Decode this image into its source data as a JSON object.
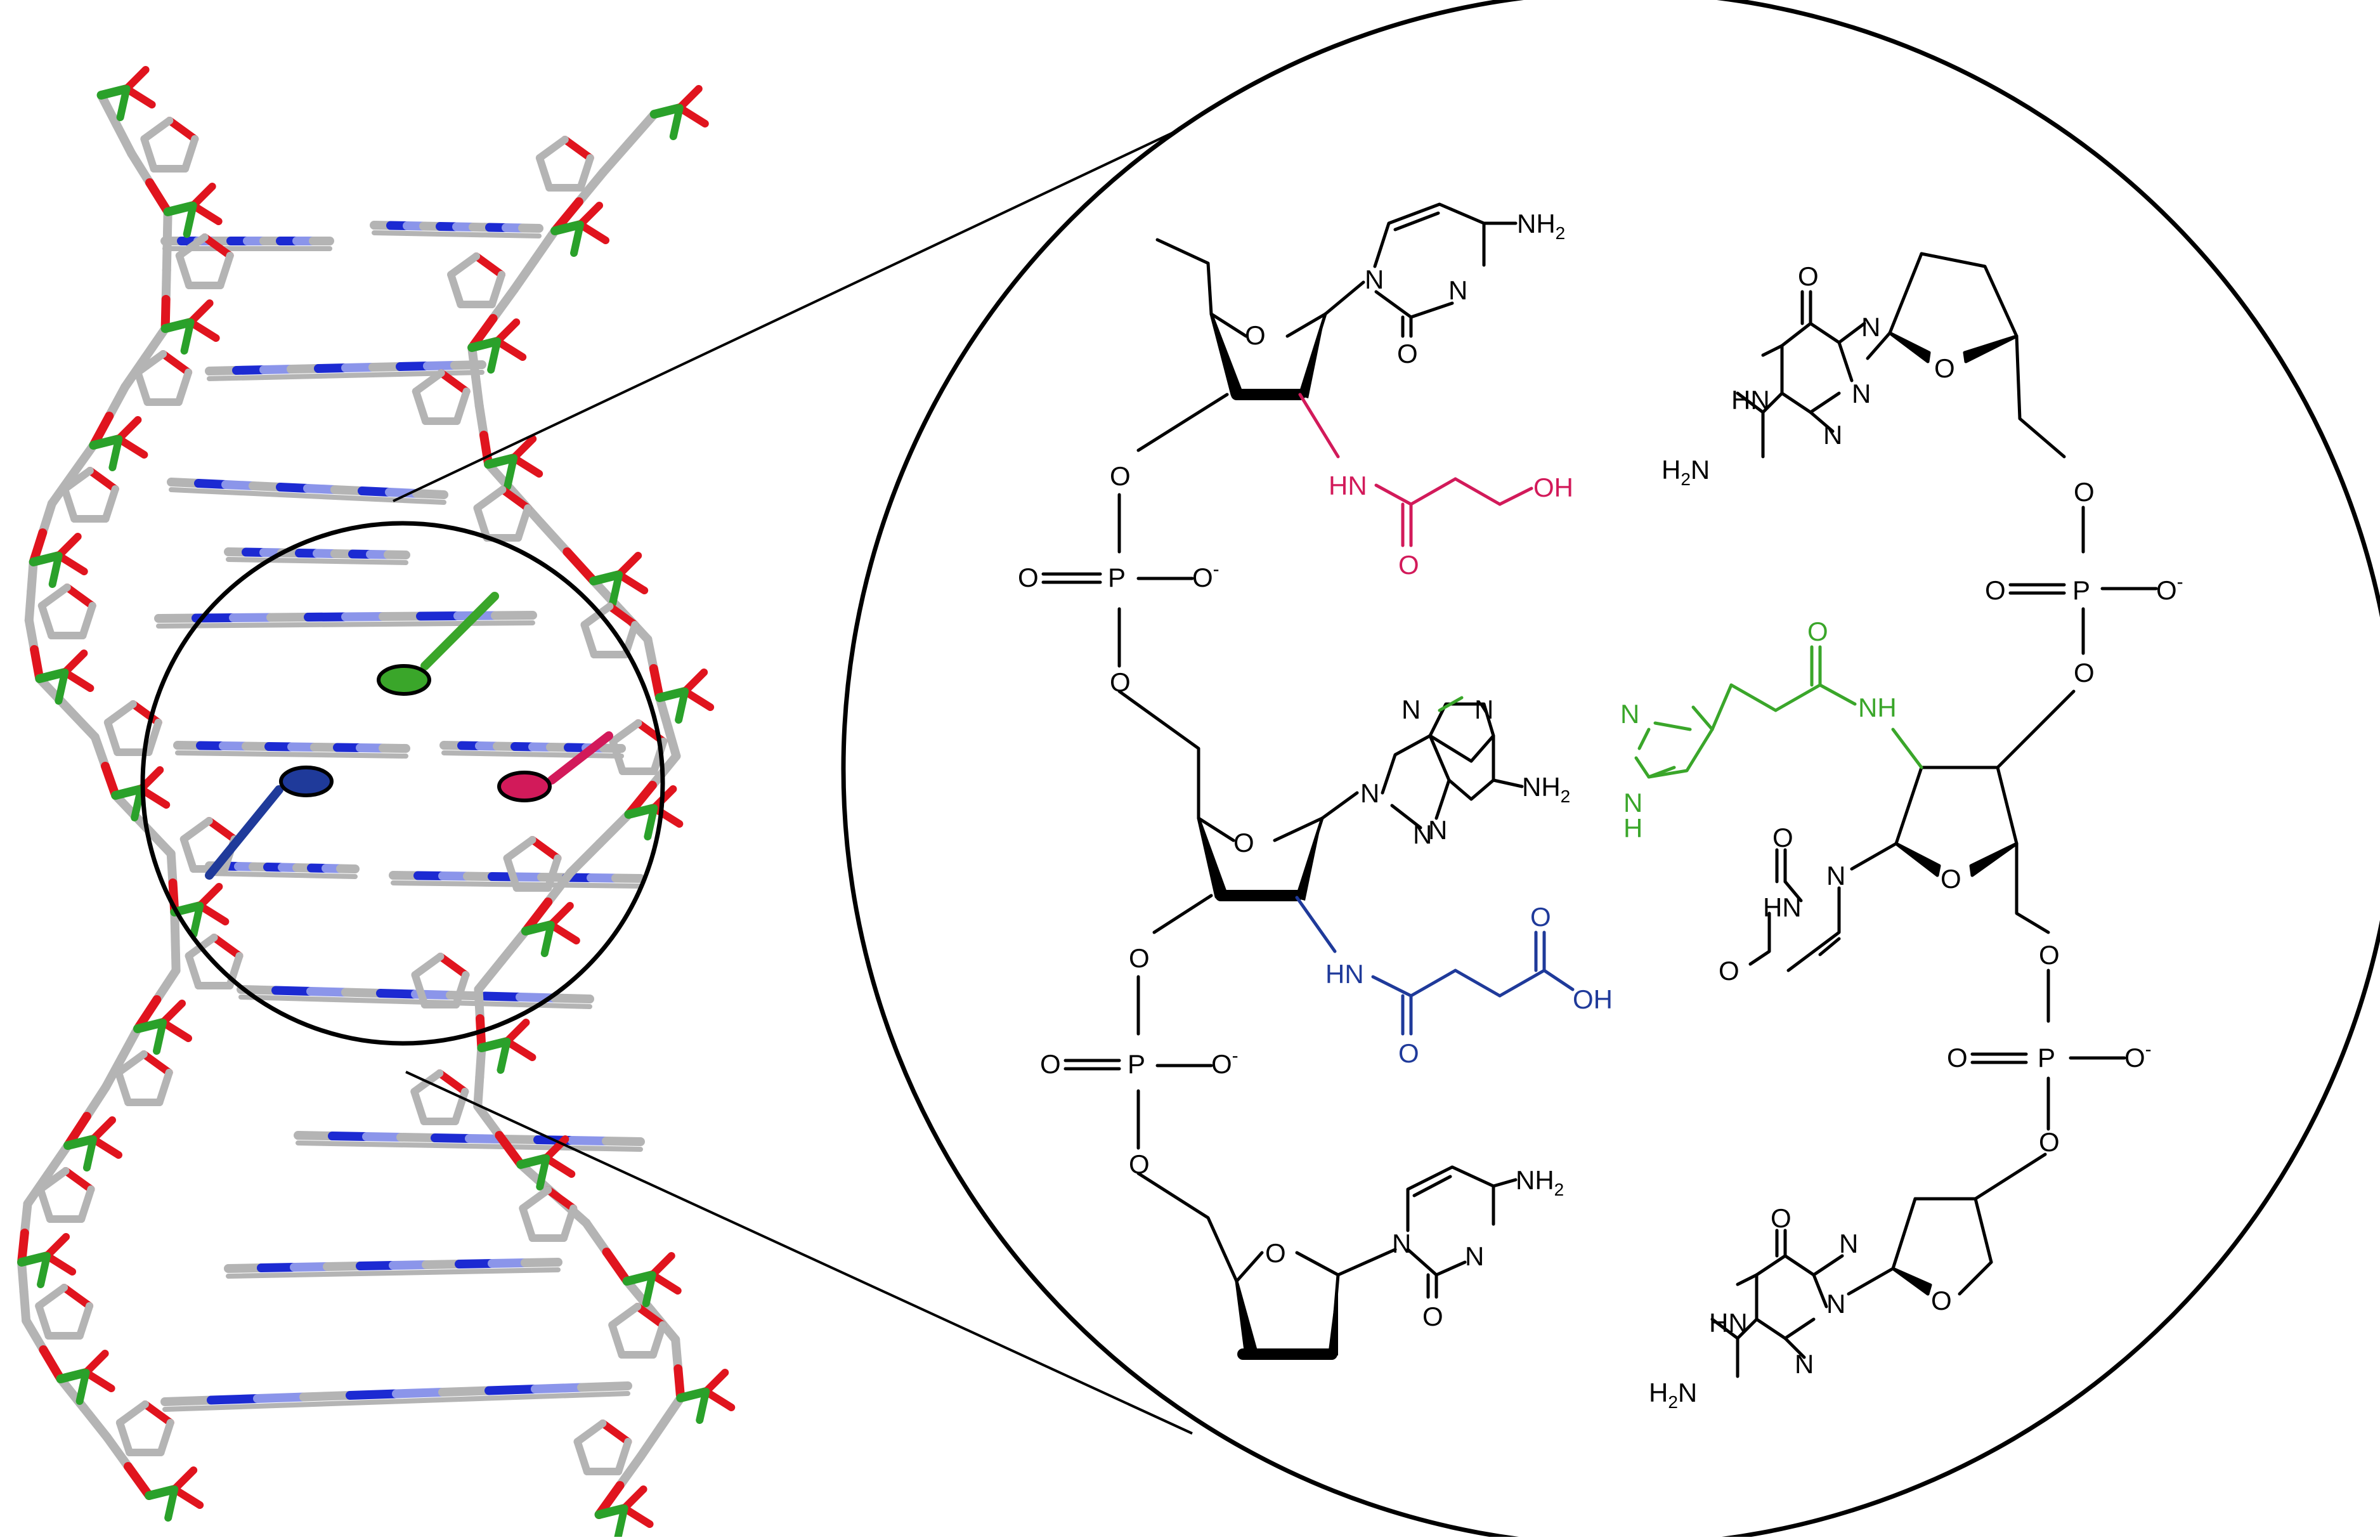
{
  "colors": {
    "carbon": "#b4b4b4",
    "oxygen": "#e0141e",
    "nitrogen": "#1c2ad2",
    "nitrogen_light": "#8b95ea",
    "phosphorus": "#2aa12a",
    "hydroxy_linker": "#d21a5a",
    "carboxy_linker": "#1f3a9a",
    "imidazole_linker": "#3aa62a",
    "ink": "#000000"
  },
  "marker_colors": [
    "#3aa62a",
    "#d21a5a",
    "#1f3a9a"
  ],
  "labels": {
    "nh2": "NH",
    "sub2": "2",
    "h2n_h2": "H",
    "h2n_n": "N",
    "n": "N",
    "o": "O",
    "hn": "HN",
    "nh": "NH",
    "h_n": "N",
    "h": "H",
    "oh": "OH",
    "p": "P",
    "o_minus": "O",
    "minus": "-"
  },
  "icons": [
    "dna-helix-model-icon",
    "magnifier-circle-icon"
  ]
}
